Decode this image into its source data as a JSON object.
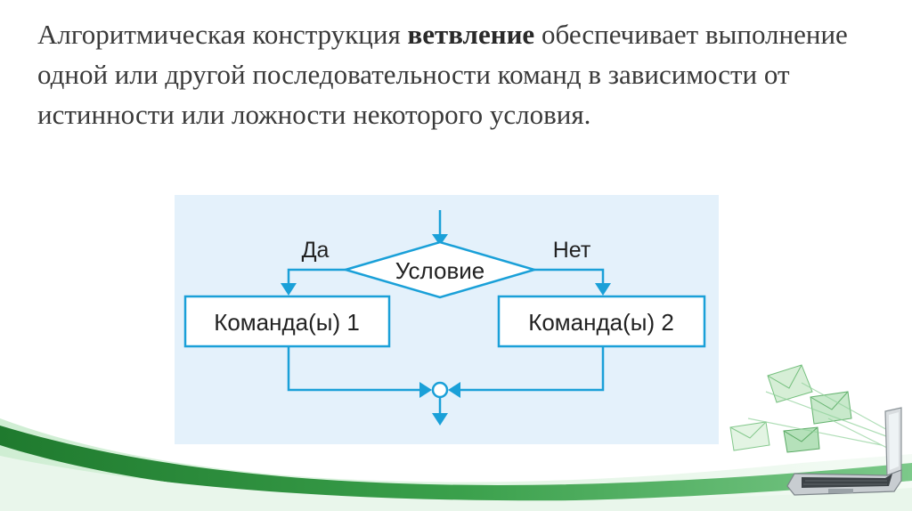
{
  "slide": {
    "text_before": "Алгоритмическая конструкция ",
    "text_bold": "ветвление",
    "text_after": " обеспечивает выполнение одной или другой последовательности команд в зависимости от истинности или ложности некоторого условия."
  },
  "flowchart": {
    "condition": "Условие",
    "yes_label": "Да",
    "no_label": "Нет",
    "command_1": "Команда(ы) 1",
    "command_2": "Команда(ы) 2"
  },
  "colors": {
    "diagram_background": "#e4f1fb",
    "line": "#1aa0d8",
    "swoosh_dark": "#2f8f3d",
    "swoosh_light": "#8fd19a"
  },
  "icons": [
    "laptop-icon",
    "envelope-icon"
  ]
}
